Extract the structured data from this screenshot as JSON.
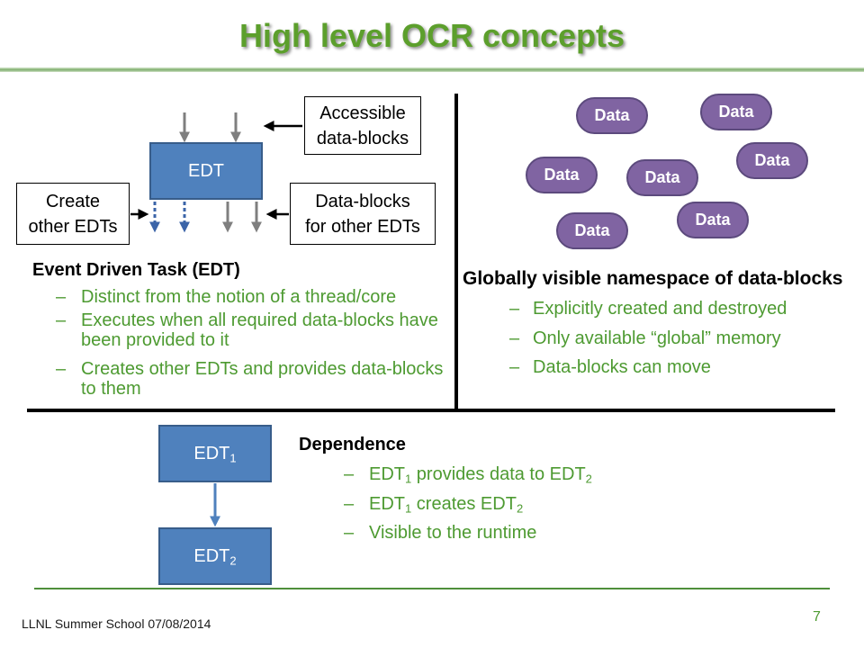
{
  "slide": {
    "title": "High level OCR concepts",
    "footer": "LLNL Summer School 07/08/2014",
    "page_number": "7"
  },
  "bullet_char": "–",
  "colors": {
    "title": "#5c9f2c",
    "bullet_text": "#4d9a31",
    "edt_fill": "#4f81bd",
    "edt_border": "#385d8a",
    "data_fill": "#8064a2",
    "data_border": "#5c4a7d",
    "divider": "#000000",
    "accent_line": "#4e8f3a",
    "arrow_gray": "#7f7f7f",
    "arrow_dashed": "#3b64a8",
    "connector_black": "#000000"
  },
  "edt_diagram": {
    "edt_label": "EDT",
    "accessible_box": {
      "lines": [
        "Accessible",
        "data-blocks"
      ]
    },
    "create_box": {
      "lines": [
        "Create",
        "other EDTs"
      ]
    },
    "data_blocks_box": {
      "lines": [
        "Data-blocks",
        "for other EDTs"
      ]
    }
  },
  "edt_section": {
    "heading": "Event Driven Task (EDT)",
    "bullets": [
      "Distinct from the notion of a thread/core",
      "Executes when all required data-blocks have been provided to it",
      "Creates other EDTs and provides data-blocks to them"
    ]
  },
  "data_blocks": {
    "items": [
      "Data",
      "Data",
      "Data",
      "Data",
      "Data",
      "Data",
      "Data"
    ]
  },
  "namespace_section": {
    "heading": "Globally visible namespace of data-blocks",
    "bullets": [
      "Explicitly created and destroyed",
      "Only available “global” memory",
      "Data-blocks can move"
    ]
  },
  "dependence_diagram": {
    "edt1": {
      "base": "EDT",
      "sub": "1"
    },
    "edt2": {
      "base": "EDT",
      "sub": "2"
    }
  },
  "dependence_section": {
    "heading": "Dependence",
    "bullets": [
      {
        "parts": [
          "EDT",
          "1",
          " provides data to EDT",
          "2"
        ]
      },
      {
        "parts": [
          "EDT",
          "1",
          " creates EDT",
          "2"
        ]
      },
      {
        "parts": [
          "Visible to the runtime"
        ]
      }
    ]
  }
}
